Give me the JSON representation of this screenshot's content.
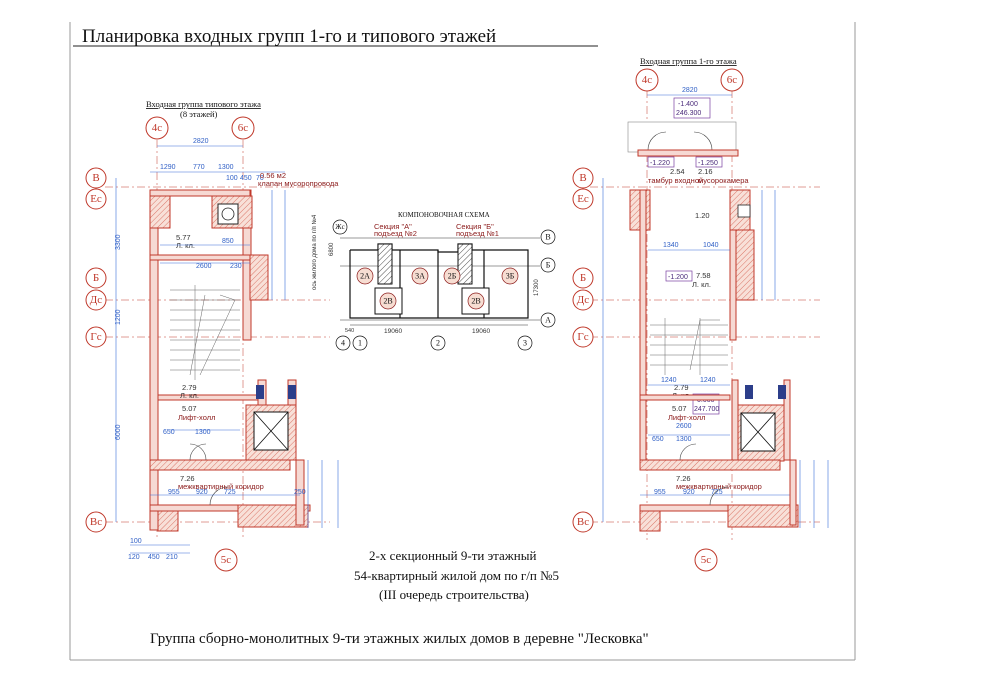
{
  "title": "Планировка входных групп 1-го  и  типового этажей",
  "left_plan": {
    "heading": "Входная группа типового этажа",
    "subheading": "(8 этажей)",
    "axes_top": [
      "4с",
      "6с"
    ],
    "axes_left": [
      "В",
      "Ес",
      "Б",
      "Дс",
      "Гс",
      "Вс"
    ],
    "axis_bottom": "5с",
    "overall_width": "2820",
    "rooms": [
      {
        "area": "0.56 м2",
        "name": "клапан мусоропровода"
      },
      {
        "area": "5.77",
        "name": "Л. кл."
      },
      {
        "area": "2.79",
        "name": "Л. кл."
      },
      {
        "area": "5.07",
        "name": "Лифт-холл"
      },
      {
        "area": "7.26",
        "name": "межквартирный коридор"
      }
    ],
    "dims_top": [
      "1290",
      "770",
      "1300",
      "100",
      "450",
      "70"
    ],
    "dims_mid": [
      "850",
      "2600",
      "230",
      "1300",
      "650"
    ],
    "dims_left": [
      "3300",
      "1200",
      "6000"
    ],
    "dims_bottom": [
      "955",
      "920",
      "725",
      "100",
      "120",
      "450",
      "210",
      "250"
    ]
  },
  "schema": {
    "heading": "КОМПОНОВОЧНАЯ СХЕМА",
    "section_a": "Секция \"А\"",
    "section_a_sub": "подъезд №2",
    "section_b": "Секция \"Б\"",
    "section_b_sub": "подъезд №1",
    "rooms": [
      "2А",
      "3А",
      "2В",
      "2Б",
      "3Б",
      "2В"
    ],
    "axes_right": [
      "В",
      "Б",
      "А"
    ],
    "axis_left": "Жс",
    "axes_bottom": [
      "4",
      "1",
      "2",
      "3"
    ],
    "dims": [
      "19060",
      "19060",
      "540",
      "17300",
      "6800"
    ],
    "vertical_note": "ось жилого дома по г/п №4"
  },
  "right_plan": {
    "heading": "Входная группа 1-го этажа",
    "axes_top": [
      "4с",
      "6с"
    ],
    "axes_left": [
      "В",
      "Ес",
      "Б",
      "Дс",
      "Гс",
      "Вс"
    ],
    "axis_bottom": "5с",
    "overall_width": "2820",
    "levels": [
      "-1.400",
      "246.300",
      "-1.220",
      "-1.250",
      "-1.200",
      "0.000",
      "247.700"
    ],
    "rooms": [
      {
        "area": "2.54",
        "name": "тамбур входной"
      },
      {
        "area": "2.16",
        "name": "мусорокамера"
      },
      {
        "area": "1.20",
        "name": ""
      },
      {
        "area": "7.58",
        "name": "Л. кл."
      },
      {
        "area": "2.79",
        "name": "Л. кл."
      },
      {
        "area": "5.07",
        "name": "Лифт-холл"
      },
      {
        "area": "7.26",
        "name": "межквартирный коридор"
      }
    ],
    "dims": [
      "1340",
      "1040",
      "1240",
      "1240",
      "2600",
      "1300",
      "650",
      "955",
      "920",
      "725"
    ]
  },
  "caption": {
    "line1": "2-х секционный 9-ти этажный",
    "line2": "54-квартирный жилой дом по г/п №5",
    "line3": "(III очередь строительства)"
  },
  "footer": "Группа сборно-монолитных 9-ти этажных жилых домов в деревне \"Лесковка\"",
  "colors": {
    "wall": "#c0392b",
    "dimension": "#3b6fd8",
    "frame": "#9a9a9a",
    "level": "#7a3fa0"
  }
}
